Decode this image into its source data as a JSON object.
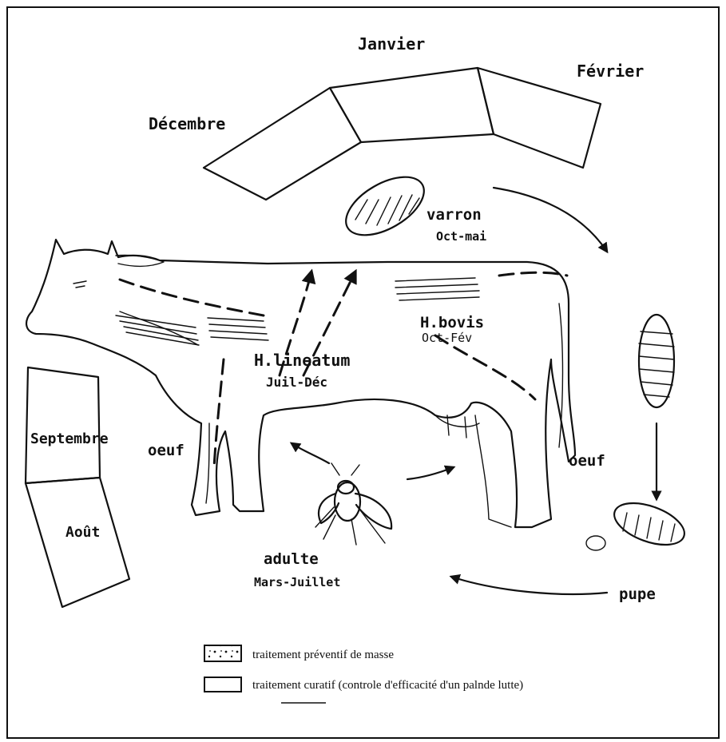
{
  "months": {
    "janvier": "Janvier",
    "fevrier": "Février",
    "decembre": "Décembre",
    "septembre": "Septembre",
    "aout": "Août"
  },
  "stages": {
    "varron": {
      "name": "varron",
      "period": "Oct-mai"
    },
    "h_bovis": {
      "name": "H.bovis",
      "period": "Oct-Fév"
    },
    "h_lineatum": {
      "name": "H.lineatum",
      "period": "Juil-Déc"
    },
    "oeuf_left": "oeuf",
    "oeuf_right": "oeuf",
    "adulte": {
      "name": "adulte",
      "period": "Mars-Juillet"
    },
    "pupe": "pupe"
  },
  "legend": {
    "preventif": "traitement préventif de masse",
    "curatif": "traitement curatif (controle d'efficacité d'un palnde lutte)"
  }
}
